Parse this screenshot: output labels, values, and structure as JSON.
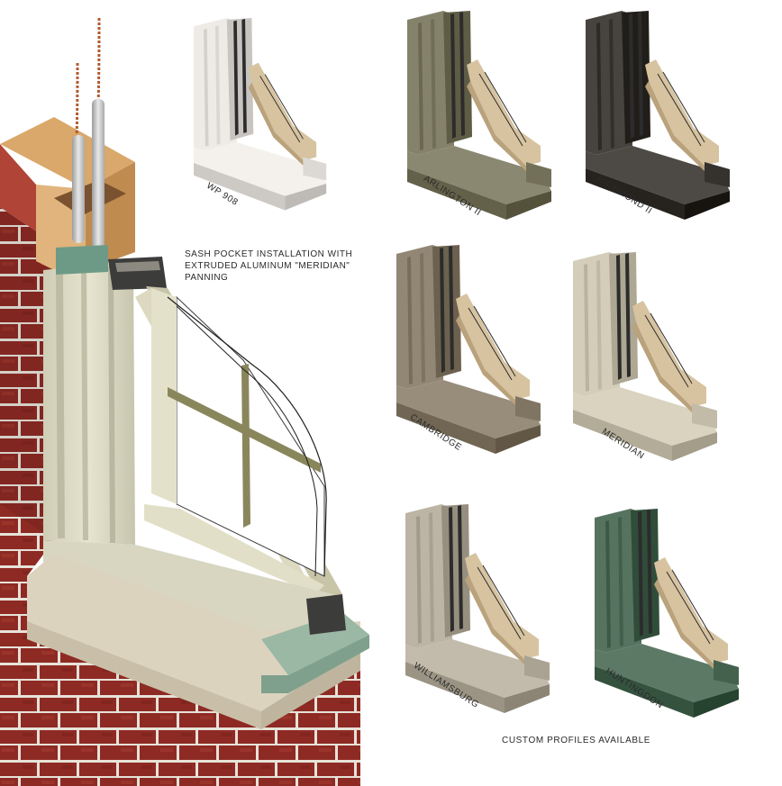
{
  "installation": {
    "callout_lines": [
      "SASH POCKET INSTALLATION WITH",
      "EXTRUDED ALUMINUM \"MERIDIAN\"",
      "PANNING"
    ]
  },
  "profiles": [
    {
      "label": "WP 908",
      "color": "#e6e3de"
    },
    {
      "label": "ARLINGTON II",
      "color": "#7d7a63"
    },
    {
      "label": "RICHMOND II",
      "color": "#3f3c38"
    },
    {
      "label": "CAMBRIDGE",
      "color": "#8a7f6c"
    },
    {
      "label": "MERIDIAN",
      "color": "#cbc5b1"
    },
    {
      "label": "WILLIAMSBURG",
      "color": "#b4ad9d"
    },
    {
      "label": "HUNTINGDON",
      "color": "#4e6b58"
    }
  ],
  "footer": {
    "custom_profiles": "CUSTOM PROFILES AVAILABLE"
  },
  "colors": {
    "brick": "#8e2a24",
    "mortar": "#e7e2d8",
    "panning": "#d8d6c0",
    "sill": "#dcd3be",
    "wood": "#d9a86a",
    "glazing_bar": "#8a865c"
  }
}
